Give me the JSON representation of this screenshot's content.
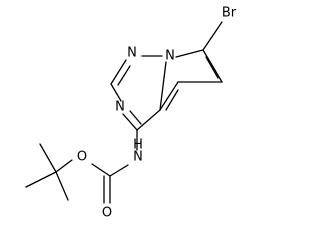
{
  "molecule": {
    "atoms": {
      "br": "Br",
      "n1": "N",
      "n2": "N",
      "n3": "N",
      "n_amide": "N",
      "h_amide": "H",
      "o_ester": "O",
      "o_carbonyl": "O"
    }
  }
}
